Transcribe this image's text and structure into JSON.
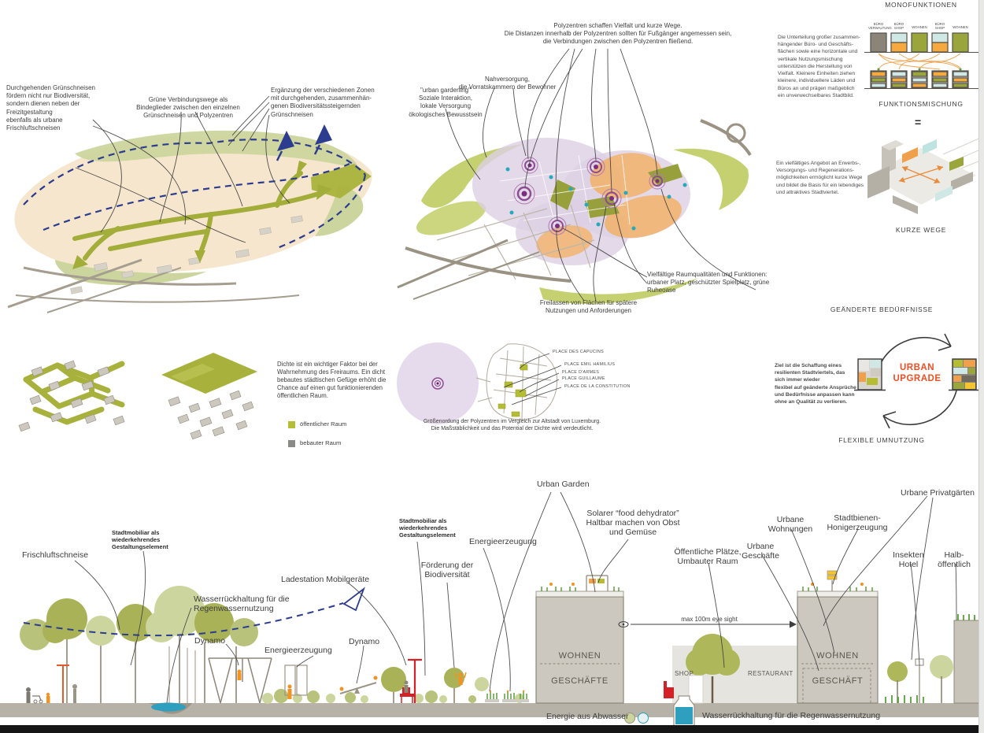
{
  "colors": {
    "olive": "#a9b23b",
    "light_green": "#ccd59d",
    "pale_green": "#c5d171",
    "beige": "#f4e2c4",
    "lavender": "#dccfe4",
    "purple": "#8e4d92",
    "orange_zone": "#f2b168",
    "orange_accent": "#f29221",
    "navy": "#2c3c8e",
    "teal": "#27a9bc",
    "red": "#d42027",
    "upgrade_red": "#f04e23",
    "ground_gray": "#b7b2a8",
    "building_gray": "#ccc8bf"
  },
  "greenways": {
    "label_biodiversity": "Durchgehenden Grünschneisen\nfördern nicht nur Biodiversität,\nsondern dienen neben der\nFreizitgestaltung\nebenfalls als urbane\nFrischluftschneisen",
    "label_connectors": "Grüne Verbindungswege als\nBindeglieder zwischen den einzelnen\nGrünschneisen und Polyzentren",
    "label_zones": "Ergänzung der verschiedenen Zonen\nmit durchgehenden, zusammenhän-\ngenen Biodiversitätssteigernden\nGrünschneisen"
  },
  "polycenters": {
    "top_note": "Polyzentren schaffen Vielfalt und kurze Wege.\nDie Distanzen innerhalb der Polyzentren sollten für Fußgänger angemessen sein,\ndie Verbindungen zwischen den Polyzentren fließend.",
    "nahversorgung": "Nahversorgung,\ndie Vorratskammern der Bewohner",
    "urban_gardening": "\"urban gardening\"\nSoziale Interaktion,\nlokale Versorgung\nökologisches Bewusstsein",
    "raumqualitaeten": "Vielfältige Raumqualitäten und Funktionen:\nurbaner Platz, geschützter Spielplatz, grüne Ruheoase",
    "freilassen": "Freilassen von Flächen für spätere\nNutzungen und Anforderungen"
  },
  "functions_column": {
    "mono_title": "MONOFUNKTIONEN",
    "mono_text": "Die Unterteilung großer zusammen-hängender Büro- und Geschäfts-flächen sowie eine horizontale und vertikale Nutzungsmischung unterstützen die Herstellung von Vielfalt. Kleinere Einheiten ziehen kleinere, individuellere Läden und Büros an und prägen maßgeblich ein unverwechselbares Stadtbild.",
    "buildings": [
      "BÜRO\nVERWALTUNG",
      "BÜRO\nSHOP",
      "WOHNEN",
      "BÜRO\nSHOP",
      "WOHNEN"
    ],
    "mix_title": "FUNKTIONSMISCHUNG",
    "equals": "=",
    "kurze_text": "Ein vielfältiges Angebot an Erwerbs-, Versorgungs- und Regenerations-möglichkeiten ermöglicht kurze Wege und bildet die Basis für ein lebendiges und attraktives Stadtviertel.",
    "kurze_title": "KURZE WEGE"
  },
  "density": {
    "text": "Dichte ist ein wichtiger Faktor bei der Wahrnehmung des Freiraums. Ein dicht bebautes städtischen Gefüge erhöht die Chance auf einen gut funktionierenden öffentlichen Raum.",
    "legend": [
      {
        "label": "öffentlicher Raum",
        "color": "#b5bd35"
      },
      {
        "label": "bebauter Raum",
        "color": "#8a8a87"
      }
    ]
  },
  "luxembourg": {
    "places": [
      "PLACE DES CAPUCINS",
      "PLACE EMIL HAMILIUS",
      "PLACE D'ARMES",
      "PLACE GUILLAUME",
      "PLACE DE LA CONSTITUTION"
    ],
    "caption": "Größenordung der Polyzentren im Vergleich zur Altstadt von Luxemburg.\nDie Maßstäblichkeit und das Potential der Dichte wird verdeutlicht."
  },
  "upgrade": {
    "needs_title": "GEÄNDERTE BEDÜRFNISSE",
    "center_label": "URBAN\nUPGRADE",
    "flexible_title": "FLEXIBLE UMNUTZUNG",
    "goal_text": "Ziel ist die Schaffung eines\nresilienten Stadtviertels, das\nsich immer wieder\nflexibel auf geänderte Ansprüche\nund Bedürfnisse anpassen kann\nohne an Qualität zu verlieren."
  },
  "section": {
    "frischluftschneise": "Frischluftschneise",
    "stadtmobiliar": "Stadtmobiliar als\nwiederkehrendes\nGestaltungselement",
    "wasserrueckhaltung": "Wasserrückhaltung für die\nRegenwassernutzung",
    "dynamo": "Dynamo",
    "energieerzeugung": "Energieerzeugung",
    "ladestation": "Ladestation Mobilgeräte",
    "foerderung": "Förderung der\nBiodiversität",
    "urban_garden": "Urban Garden",
    "solarer": "Solarer “food dehydrator”\nHaltbar machen von Obst\nund Gemüse",
    "oeffentliche_plaetze": "Öffentliche Plätze,\nUmbauter Raum",
    "urbane_geschaefte": "Urbane\nGeschäfte",
    "urbane_wohnungen": "Urbane\nWohnungen",
    "stadtbienen": "Stadtbienen-\nHonigerzeugung",
    "urbane_privatgaerten": "Urbane Privatgärten",
    "insekten_hotel": "Insekten\nHotel",
    "halb_oeffentlich": "Halb-\nöffentlich",
    "wohnen": "WOHNEN",
    "geschaefte": "GESCHÄFTE",
    "geschaeft": "GESCHÄFT",
    "shop": "SHOP",
    "restaurant": "RESTAURANT",
    "eye_sight": "max 100m eye sight",
    "energie_abwasser": "Energie aus Abwasser",
    "wasser_regen": "Wasserrückhaltung für die Regenwassernutzung"
  }
}
